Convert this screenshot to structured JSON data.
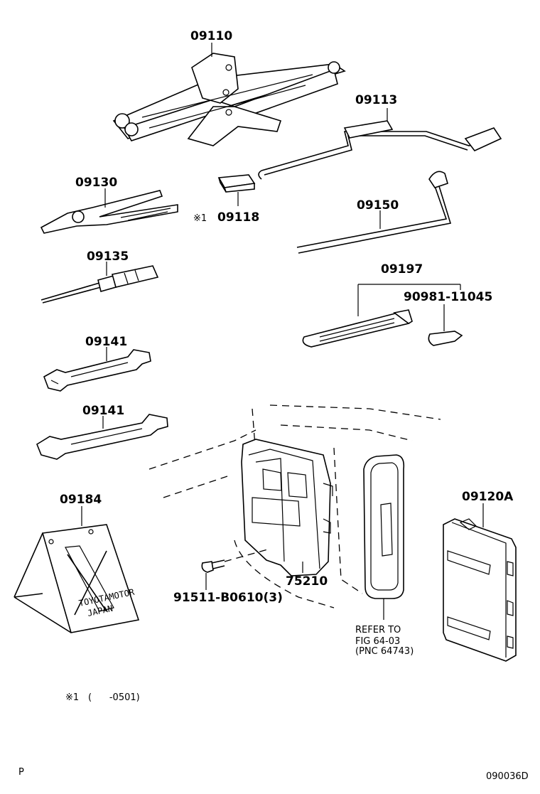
{
  "parts": {
    "jack": "09110",
    "handle": "09113",
    "pliers": "09130",
    "cap": "09118",
    "cap_note": "※1",
    "screwdriver": "09135",
    "wrench_a": "09141",
    "wrench_b": "09141",
    "bar": "09150",
    "tool_set": "09197",
    "tool_set_sub": "90981-11045",
    "triangle": "09184",
    "bracket": "75210",
    "screw": "91511-B0610(3)",
    "tool_bag": "09120A"
  },
  "refer": {
    "line1": "REFER TO",
    "line2": "FIG 64-03",
    "line3": "(PNC 64743)"
  },
  "triangle_text": {
    "line1": "TOYOTAMOTOR",
    "line2": "JAPAN"
  },
  "footnote": {
    "mark": "※1",
    "range": "(      -0501)"
  },
  "footer": {
    "left": "P",
    "right": "090036D"
  }
}
